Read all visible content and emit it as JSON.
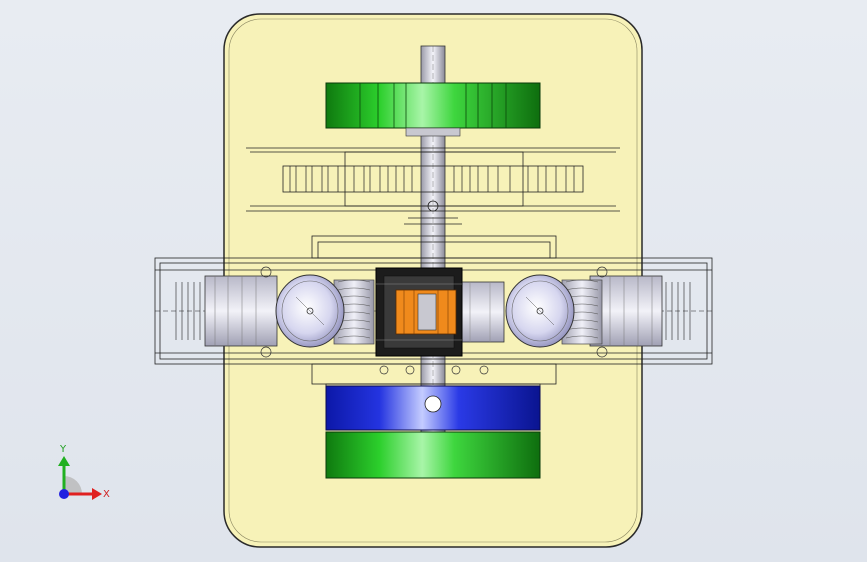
{
  "viewport": {
    "background_color": "#e3e7ee",
    "model": "cad-assembly-front-view"
  },
  "colors": {
    "plate": "#f7f2b8",
    "plate_edge": "#2a2a2a",
    "gear": "#1aa81a",
    "gear_light": "#8be88b",
    "collar": "#1a2acc",
    "collar_light": "#b8c2ff",
    "shaft": "#c8c8d0",
    "spring": "#d9d9e6",
    "bearing": "#222222",
    "core": "#f08a1c",
    "piston": "#c7c7f0"
  },
  "triad": {
    "x_label": "X",
    "y_label": "Y",
    "x_color": "#e02020",
    "y_color": "#20b020",
    "z_color": "#2020e0"
  }
}
